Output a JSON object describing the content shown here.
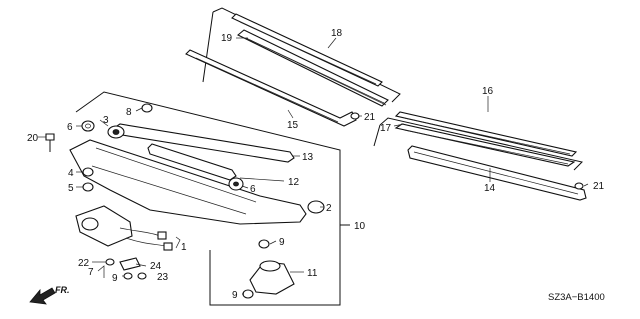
{
  "diagram_code": "SZ3A−B1400",
  "direction_label": "FR.",
  "callouts": [
    {
      "id": "c1",
      "text": "1"
    },
    {
      "id": "c2",
      "text": "2"
    },
    {
      "id": "c3",
      "text": "3"
    },
    {
      "id": "c4",
      "text": "4"
    },
    {
      "id": "c5",
      "text": "5"
    },
    {
      "id": "c6a",
      "text": "6"
    },
    {
      "id": "c6b",
      "text": "6"
    },
    {
      "id": "c7",
      "text": "7"
    },
    {
      "id": "c8",
      "text": "8"
    },
    {
      "id": "c9a",
      "text": "9"
    },
    {
      "id": "c9b",
      "text": "9"
    },
    {
      "id": "c9c",
      "text": "9"
    },
    {
      "id": "c10",
      "text": "10"
    },
    {
      "id": "c11",
      "text": "11"
    },
    {
      "id": "c12",
      "text": "12"
    },
    {
      "id": "c13",
      "text": "13"
    },
    {
      "id": "c14",
      "text": "14"
    },
    {
      "id": "c15",
      "text": "15"
    },
    {
      "id": "c16",
      "text": "16"
    },
    {
      "id": "c17",
      "text": "17"
    },
    {
      "id": "c18",
      "text": "18"
    },
    {
      "id": "c19",
      "text": "19"
    },
    {
      "id": "c20",
      "text": "20"
    },
    {
      "id": "c21a",
      "text": "21"
    },
    {
      "id": "c21b",
      "text": "21"
    },
    {
      "id": "c22",
      "text": "22"
    },
    {
      "id": "c23",
      "text": "23"
    },
    {
      "id": "c24",
      "text": "24"
    }
  ]
}
